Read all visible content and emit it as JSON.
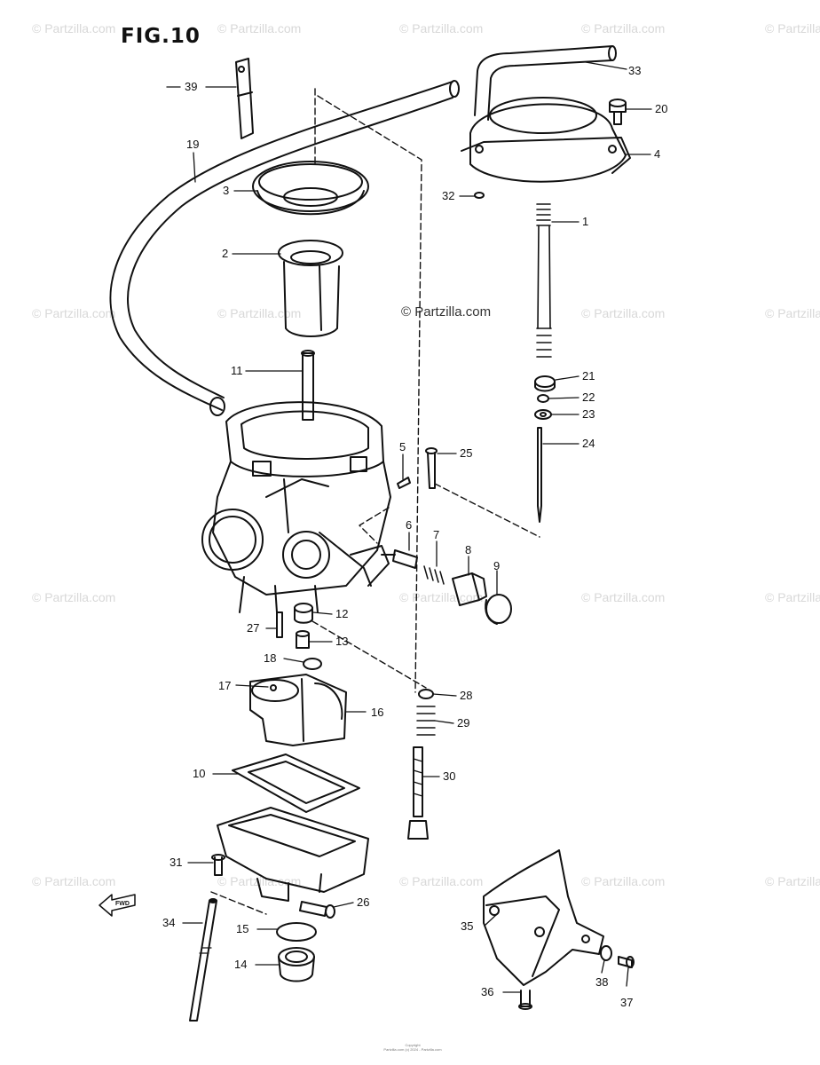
{
  "figure": {
    "title": "FIG.10"
  },
  "watermark": {
    "text": "© Partzilla.com",
    "center_text": "© Partzilla.com"
  },
  "callouts": [
    "39",
    "19",
    "3",
    "2",
    "11",
    "33",
    "20",
    "4",
    "32",
    "1",
    "21",
    "22",
    "23",
    "24",
    "25",
    "5",
    "6",
    "7",
    "8",
    "9",
    "12",
    "27",
    "13",
    "18",
    "28",
    "17",
    "16",
    "29",
    "10",
    "30",
    "31",
    "26",
    "34",
    "15",
    "14",
    "35",
    "36",
    "38",
    "37"
  ],
  "front_marker": "FWD",
  "copyright": {
    "line1": "Copyright",
    "line2": "Partzilla.com (c) 2024 - Partzilla.com"
  },
  "colors": {
    "line": "#111111",
    "watermark": "#d8d8d8"
  }
}
